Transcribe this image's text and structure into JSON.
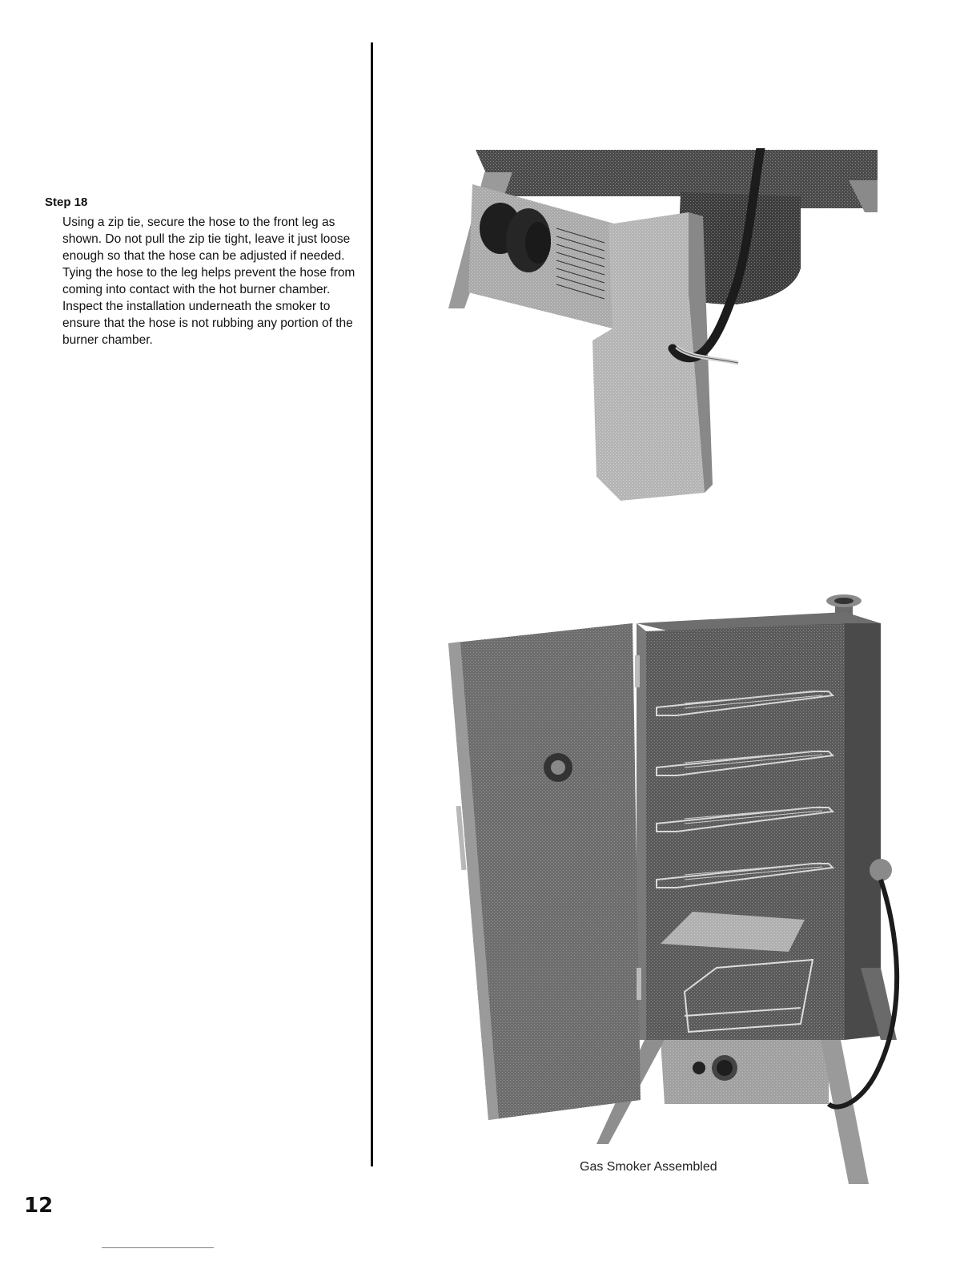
{
  "step": {
    "title": "Step 18",
    "body": "Using a zip tie, secure the hose to the front leg as shown. Do not pull the zip tie tight, leave it just loose enough so that the hose can be adjusted if needed. Tying the hose to the leg helps prevent the hose from coming into contact with the hot burner chamber. Inspect the installation underneath the smoker to ensure that the hose is not rubbing any portion of the burner chamber."
  },
  "figures": {
    "top_icon": "zip-tie-hose-leg-illustration",
    "bottom_icon": "assembled-smoker-illustration",
    "bottom_caption": "Gas Smoker Assembled"
  },
  "page": {
    "number": "12"
  }
}
